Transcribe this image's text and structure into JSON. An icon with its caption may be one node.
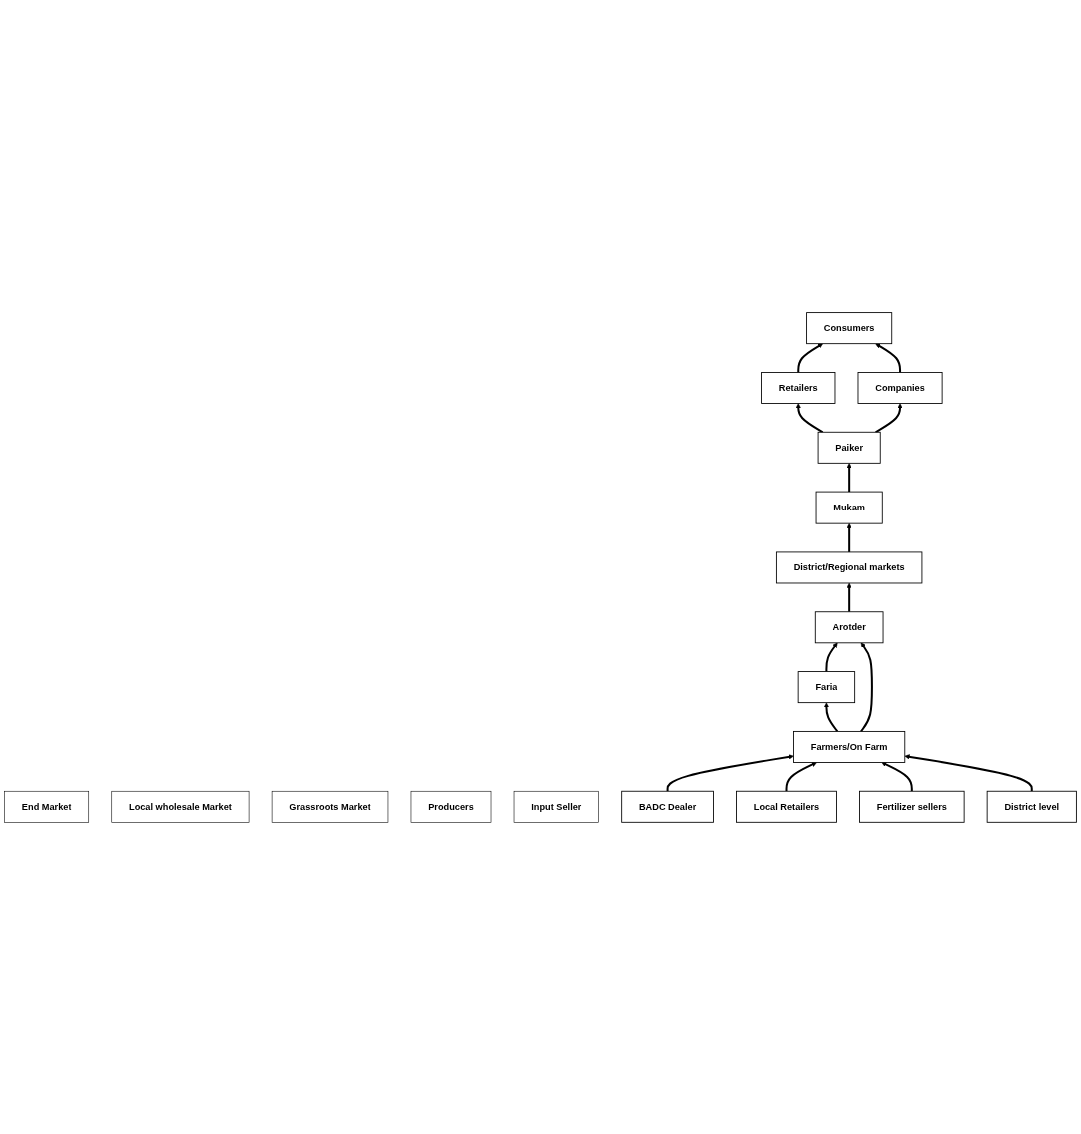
{
  "diagram": {
    "nodes": [
      {
        "text": [
          "End Market"
        ]
      },
      {
        "text": [
          "Consumers"
        ]
      },
      {
        "text": [
          "Retailers"
        ]
      },
      {
        "text": [
          "Companies"
        ]
      },
      {
        "text": [
          "Paiker"
        ]
      },
      {
        "text": [
          "Mukam"
        ]
      },
      {
        "text": [
          "Local wholesale Market"
        ]
      },
      {
        "text": [
          "District/Regional markets"
        ]
      },
      {
        "text": [
          "Grassroots Market"
        ]
      },
      {
        "text": [
          "Faria"
        ]
      },
      {
        "text": [
          "Arotder"
        ]
      },
      {
        "text": [
          "Producers"
        ]
      },
      {
        "text": [
          "Farmers/On Farm"
        ]
      },
      {
        "text": [
          "Input Seller"
        ]
      },
      {
        "text": [
          "BADC Dealer"
        ]
      },
      {
        "text": [
          "Local Retailers"
        ]
      },
      {
        "text": [
          "Fertilizer sellers"
        ]
      },
      {
        "text": [
          "District level"
        ]
      }
    ],
    "edges": [
      {
        "from": 2,
        "to": 1,
        "arrow": "to"
      },
      {
        "from": 3,
        "to": 1,
        "arrow": "to"
      },
      {
        "from": 4,
        "to": 2,
        "arrow": "to"
      },
      {
        "from": 4,
        "to": 3,
        "arrow": "to"
      },
      {
        "from": 5,
        "to": 4,
        "arrow": "to"
      },
      {
        "from": 7,
        "to": 5,
        "arrow": "to"
      },
      {
        "from": 10,
        "to": 7,
        "arrow": "to"
      },
      {
        "from": 9,
        "to": 10,
        "arrow": "to"
      },
      {
        "from": 12,
        "to": 9,
        "arrow": "to"
      },
      {
        "from": 12,
        "to": 10,
        "arrow": "to"
      },
      {
        "from": 14,
        "to": 12,
        "arrow": "to"
      },
      {
        "from": 15,
        "to": 12,
        "arrow": "to"
      },
      {
        "from": 16,
        "to": 12,
        "arrow": "to"
      },
      {
        "from": 17,
        "to": 12,
        "arrow": "to"
      }
    ]
  }
}
